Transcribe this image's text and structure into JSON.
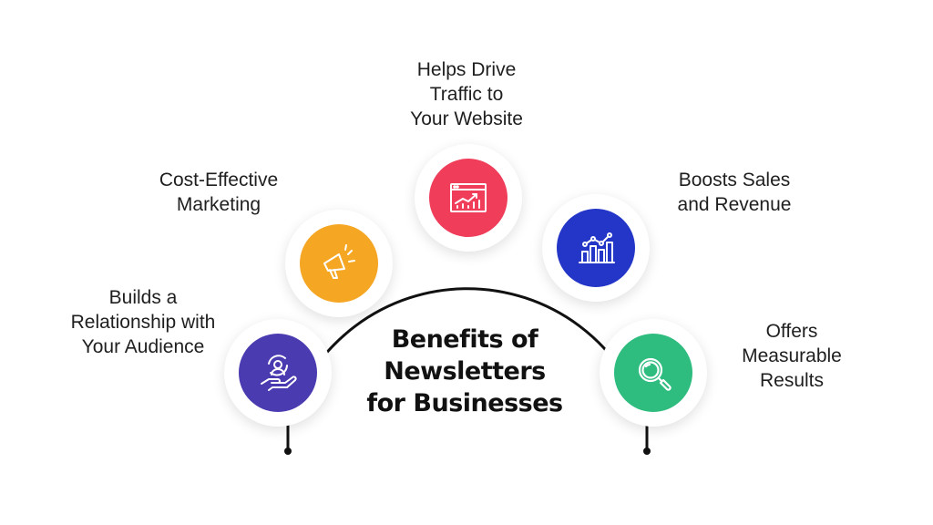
{
  "title": "Benefits of\nNewsletters\nfor Businesses",
  "colors": {
    "purple": "#4a3bb0",
    "orange": "#f5a623",
    "red": "#ef3d5a",
    "blue": "#2336c7",
    "green": "#2ebc7f",
    "arc": "#111111"
  },
  "benefits": [
    {
      "label": "Builds a\nRelationship with\nYour Audience",
      "icon": "hand-with-person-icon",
      "color": "#4a3bb0"
    },
    {
      "label": "Cost-Effective\nMarketing",
      "icon": "megaphone-icon",
      "color": "#f5a623"
    },
    {
      "label": "Helps Drive\nTraffic to\nYour Website",
      "icon": "browser-chart-icon",
      "color": "#ef3d5a"
    },
    {
      "label": "Boosts Sales\nand Revenue",
      "icon": "bar-chart-icon",
      "color": "#2336c7"
    },
    {
      "label": "Offers\nMeasurable\nResults",
      "icon": "magnifier-icon",
      "color": "#2ebc7f"
    }
  ]
}
